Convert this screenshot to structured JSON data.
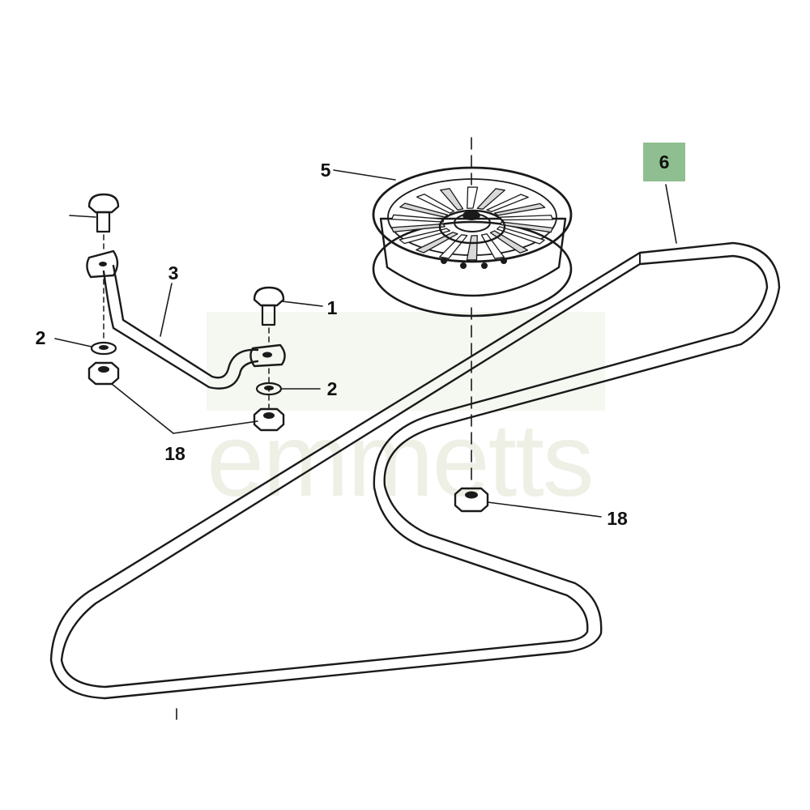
{
  "watermark": {
    "text": "emmetts"
  },
  "callouts": {
    "c1": "1",
    "c2a": "2",
    "c2b": "2",
    "c3": "3",
    "c5": "5",
    "c6": "6",
    "c18a": "18",
    "c18b": "18"
  },
  "colors": {
    "line": "#1a1a1a",
    "highlight": "#8fbf90",
    "watermark_fill": "#eef0e6"
  }
}
